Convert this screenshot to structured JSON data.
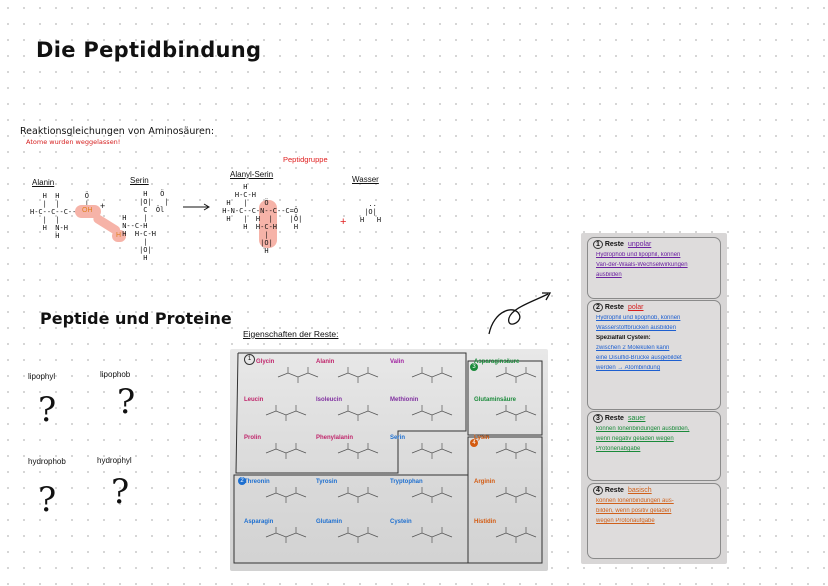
{
  "page": {
    "title": "Die Peptidbindung",
    "subtitle": "Reaktionsgleichungen von Aminosäuren:",
    "note": "Atome wurden weggelassen!"
  },
  "reaction": {
    "alanin": "Alanin",
    "serin": "Serin",
    "alanyl_serin": "Alanyl-Serin",
    "wasser": "Wasser",
    "peptidgruppe": "Peptidgruppe",
    "plus1": "+",
    "plus2": "+",
    "oh_label": "OH",
    "h_label": "H"
  },
  "peptide_section": {
    "title": "Peptide und Proteine",
    "lipophyl": "lipophyl",
    "lipophob": "lipophob",
    "hydrophob": "hydrophob",
    "hydrophyl": "hydrophyl",
    "question": "?"
  },
  "residues_figure": {
    "caption": "Eigenschaften der Reste:",
    "group1_marker": "1",
    "group2_marker": "2",
    "group3_marker": "3",
    "group4_marker": "4",
    "cells": [
      {
        "name": "Glycin",
        "color": "#c0256b"
      },
      {
        "name": "Alanin",
        "color": "#c0256b"
      },
      {
        "name": "Valin",
        "color": "#a020a0"
      },
      {
        "name": "Asparaginsäure",
        "color": "#1a8a3a"
      },
      {
        "name": "Leucin",
        "color": "#c0256b"
      },
      {
        "name": "Isoleucin",
        "color": "#8030a0"
      },
      {
        "name": "Methionin",
        "color": "#8030a0"
      },
      {
        "name": "Glutaminsäure",
        "color": "#1a8a3a"
      },
      {
        "name": "Prolin",
        "color": "#c0256b"
      },
      {
        "name": "Phenylalanin",
        "color": "#c0256b"
      },
      {
        "name": "Serin",
        "color": "#1d6fd0"
      },
      {
        "name": "Lysin",
        "color": "#d35a10"
      },
      {
        "name": "Threonin",
        "color": "#1d6fd0"
      },
      {
        "name": "Tyrosin",
        "color": "#1d6fd0"
      },
      {
        "name": "Tryptophan",
        "color": "#1d6fd0"
      },
      {
        "name": "Arginin",
        "color": "#d35a10"
      },
      {
        "name": "Asparagin",
        "color": "#1d6fd0"
      },
      {
        "name": "Glutamin",
        "color": "#1d6fd0"
      },
      {
        "name": "Cystein",
        "color": "#1d6fd0"
      },
      {
        "name": "Histidin",
        "color": "#d35a10"
      }
    ]
  },
  "notes_card": {
    "c1_num": "1",
    "c1_head": "Reste",
    "c1_value": "unpolar",
    "c1_lines": [
      "Hydrophob und lipophil, können",
      "Van-der-Waals-Wechselwirkungen",
      "ausbilden"
    ],
    "c2_num": "2",
    "c2_head": "Reste",
    "c2_value": "polar",
    "c2_lines": [
      "Hydrophil und lipophob, können",
      "Wasserstoffbrücken ausbilden"
    ],
    "c2_special": "Spezialfall Cystein:",
    "c2_special_lines": [
      "zwischen 2 Molekülen kann",
      "eine Disulfid-Brücke ausgebildet",
      "werden → Atombindung"
    ],
    "c3_num": "3",
    "c3_head": "Reste",
    "c3_value": "sauer",
    "c3_lines": [
      "können Ionenbindungen ausbilden,",
      "wenn negativ geladen wegen",
      "Protonenabgabe"
    ],
    "c4_num": "4",
    "c4_head": "Reste",
    "c4_value": "basisch",
    "c4_lines": [
      "können Ionenbindungen aus-",
      "bilden, wenn positiv geladen",
      "wegen Protonaufgabe"
    ],
    "colors": {
      "c1": "#6a1fa0",
      "c2": "#1d5fd0",
      "c3": "#1a8a3a",
      "c4": "#d0601a"
    }
  }
}
